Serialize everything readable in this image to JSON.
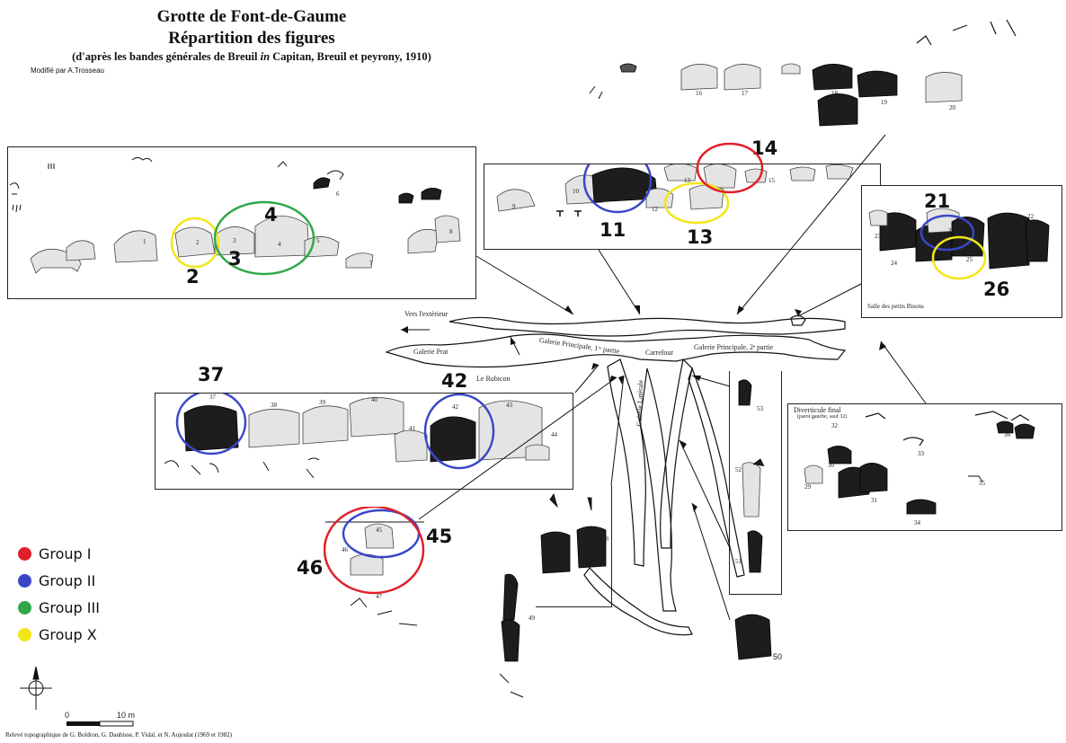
{
  "title": {
    "line1": "Grotte de Font-de-Gaume",
    "line2": "Répartition des figures",
    "line3_a": "(d'après les bandes générales de Breuil ",
    "line3_em": "in",
    "line3_b": " Capitan, Breuil et peyrony, 1910)",
    "modified": "Modifié par A.Trosseau"
  },
  "credit": "Relevé topographique de G. Boldron, G. Daubisse, P. Vidal,  et N. Aujoulat (1969 et 1982)",
  "legend": [
    {
      "label": "Group I",
      "color": "#e0202a"
    },
    {
      "label": "Group II",
      "color": "#3a46c8"
    },
    {
      "label": "Group III",
      "color": "#2fa84a"
    },
    {
      "label": "Group X",
      "color": "#f2e51a"
    }
  ],
  "galleries": {
    "exterieur": "Vers l'extérieur",
    "prat": "Galerie Prat",
    "principale1": "Galerie Principale, 1ʳᵉ partie",
    "rubicon": "Le Rubicon",
    "carrefour": "Carrefour",
    "principale2": "Galerie Principale, 2ᵉ partie",
    "laterale": "Galerie Latérale",
    "petits_bisons": "Salle des petits Bisons",
    "diverticule": "Diverticule final",
    "diverticule_sub": "(paroi gauche, sauf 32)"
  },
  "scale": {
    "zero": "0",
    "ten": "10 m"
  },
  "group_labels": [
    "2",
    "3",
    "4",
    "11",
    "13",
    "14",
    "21",
    "26",
    "37",
    "42",
    "45",
    "46"
  ],
  "figure_numbers": {
    "p1": [
      "1",
      "2",
      "3",
      "4",
      "5",
      "6",
      "7",
      "8"
    ],
    "p2": [
      "9",
      "10",
      "11",
      "12",
      "13",
      "15"
    ],
    "p3": [
      "16",
      "17",
      "18",
      "19",
      "20"
    ],
    "p4": [
      "21",
      "22",
      "23",
      "24",
      "25"
    ],
    "p5": [
      "37",
      "38",
      "39",
      "40",
      "41",
      "42",
      "43",
      "44"
    ],
    "p6": [
      "32",
      "33",
      "29",
      "30",
      "31",
      "34",
      "35",
      "36"
    ],
    "side": [
      "45",
      "46",
      "47",
      "48",
      "49",
      "50",
      "51",
      "52",
      "53"
    ]
  }
}
